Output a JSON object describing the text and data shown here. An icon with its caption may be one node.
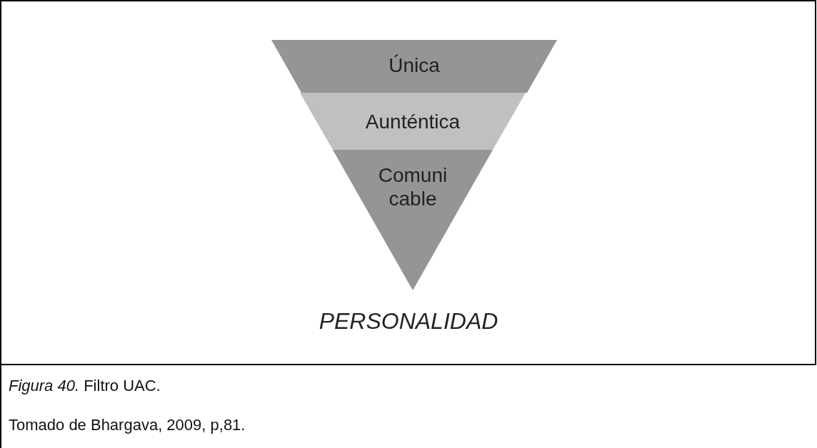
{
  "diagram": {
    "caption": "*Figura 40.* Filtro UAC.",
    "nodes": [
      {
        "text": [
          "Única"
        ]
      },
      {
        "text": [
          "Aunténtica"
        ]
      },
      {
        "text": [
          "Comuni cable"
        ]
      }
    ],
    "labels": [
      "PERSONALIDAD",
      "Tomado de Bhargava, 2009, p,81."
    ]
  }
}
